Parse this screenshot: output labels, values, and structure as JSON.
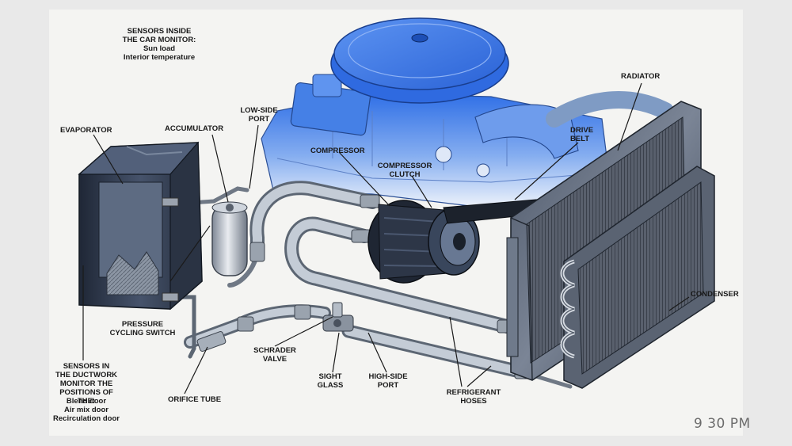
{
  "labels": {
    "sensors_inside_title": "SENSORS INSIDE\nTHE CAR MONITOR:",
    "sensors_inside_items": "Sun load\nInterior temperature",
    "evaporator": "EVAPORATOR",
    "accumulator": "ACCUMULATOR",
    "low_side_port": "LOW-SIDE\nPORT",
    "compressor": "COMPRESSOR",
    "compressor_clutch": "COMPRESSOR\nCLUTCH",
    "drive_belt": "DRIVE\nBELT",
    "radiator": "RADIATOR",
    "condenser": "CONDENSER",
    "pressure_cycling_switch": "PRESSURE\nCYCLING SWITCH",
    "schrader_valve": "SCHRADER\nVALVE",
    "sight_glass": "SIGHT\nGLASS",
    "high_side_port": "HIGH-SIDE\nPORT",
    "refrigerant_hoses": "REFRIGERANT\nHOSES",
    "orifice_tube": "ORIFICE TUBE",
    "sensors_ductwork_title": "SENSORS IN\nTHE DUCTWORK\nMONITOR THE\nPOSITIONS OF THE:",
    "sensors_ductwork_items": "Blend door\nAir mix door\nRecirculation door"
  },
  "timestamp": "9 30 PM",
  "colors": {
    "engine_blue": "#3f7fe0",
    "component_dark": "#2b3446",
    "hose_gray": "#8f9aa6"
  }
}
